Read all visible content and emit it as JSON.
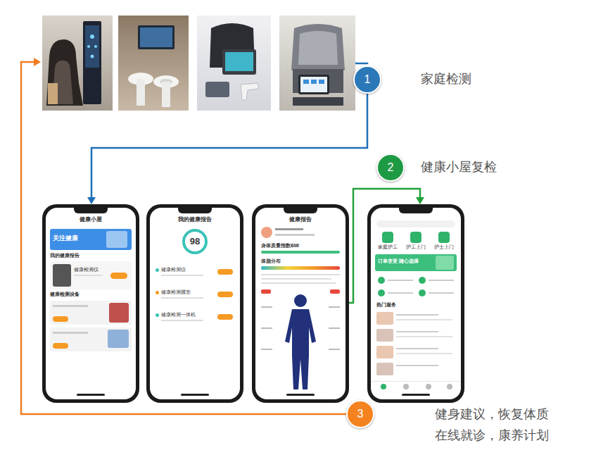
{
  "diagram": {
    "nodes": [
      {
        "text": [
          "1",
          "家庭检测"
        ]
      },
      {
        "text": [
          "2",
          "健康小屋复检"
        ]
      },
      {
        "text": [
          "3",
          "健身建议，恢复体质 在线就诊，康养计划"
        ]
      },
      {
        "text": [
          "健康小屋",
          "关注健康",
          "我的健康报告",
          "健康检测仪",
          "健康检测设备"
        ]
      },
      {
        "text": [
          "我的健康报告",
          "98",
          "健康检测仪",
          "健康检测腰垫",
          "健康检测一体机"
        ]
      },
      {
        "text": [
          "健康报告",
          "身体质量指数BMI",
          "体脂分布"
        ]
      },
      {
        "text": [
          "家庭护工",
          "护工上门",
          "护士上门",
          "订单变更 随心选择",
          "热门服务"
        ]
      }
    ],
    "edges": [
      {
        "from": 0,
        "to": 3,
        "arrow": "to"
      },
      {
        "from": 5,
        "to": 6,
        "arrow": "to"
      }
    ]
  }
}
